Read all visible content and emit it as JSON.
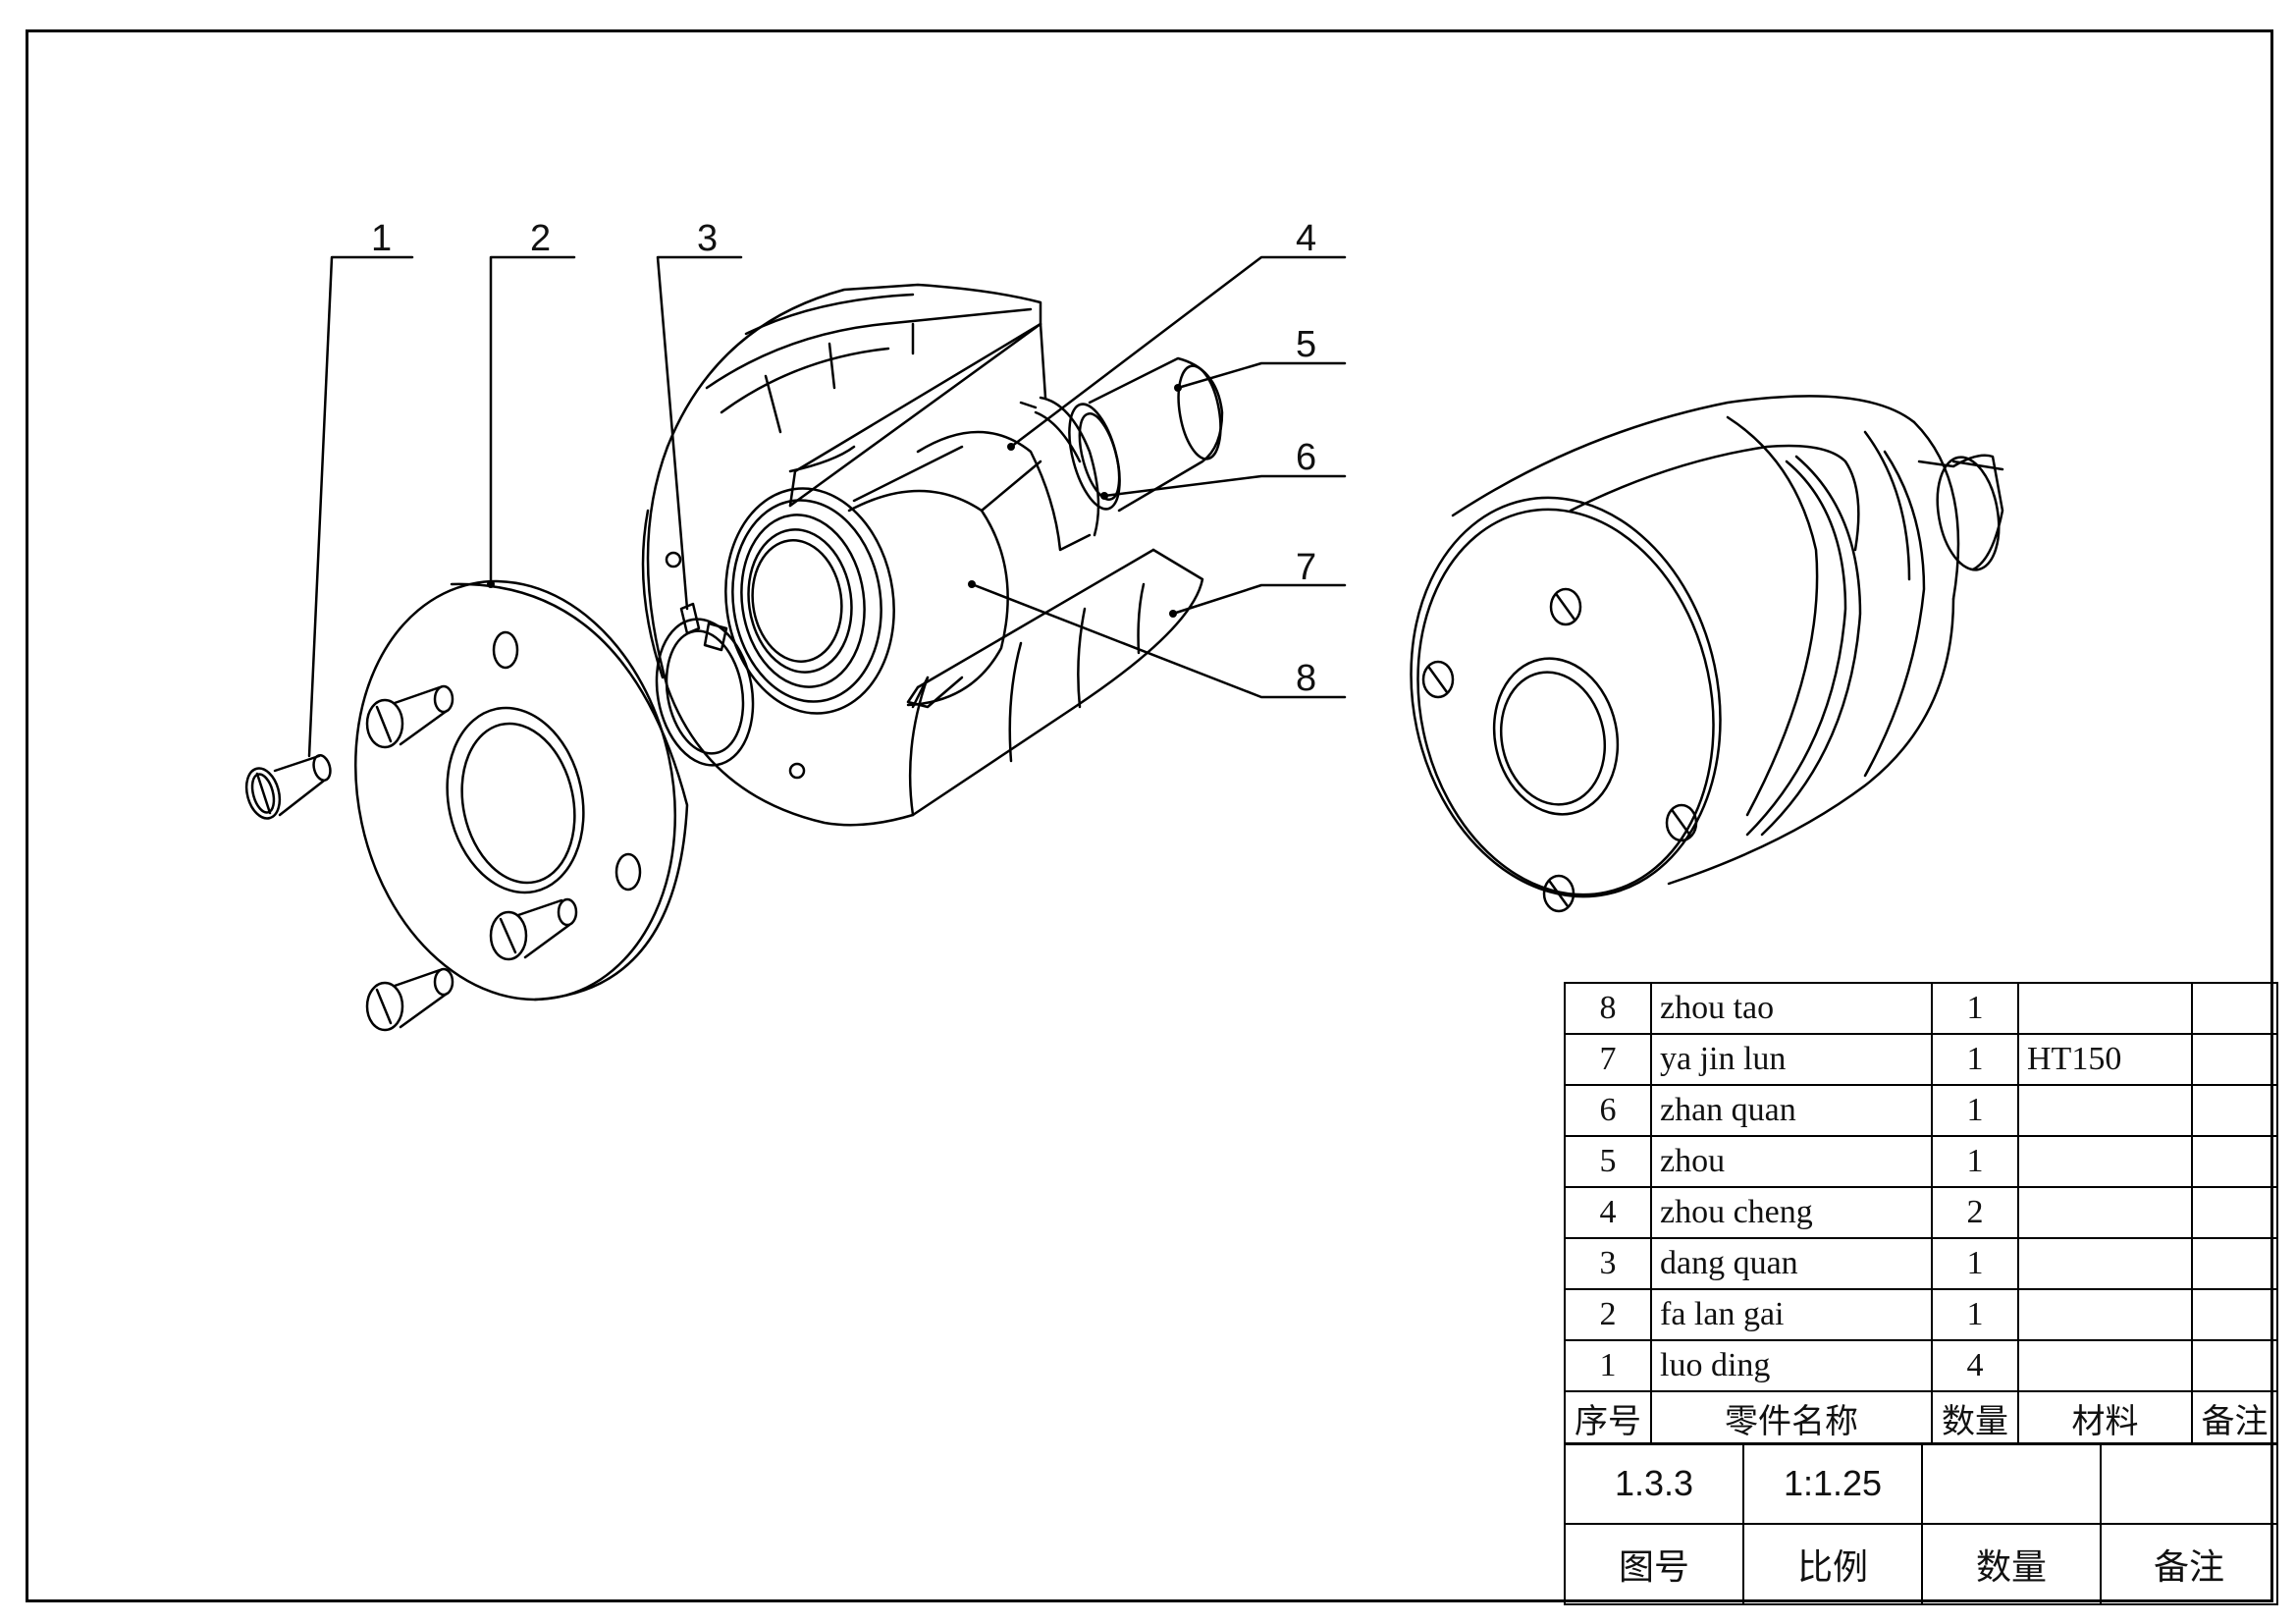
{
  "callouts": [
    "1",
    "2",
    "3",
    "4",
    "5",
    "6",
    "7",
    "8"
  ],
  "bom": {
    "rows": [
      {
        "no": "8",
        "name": "zhou tao",
        "qty": "1",
        "material": "",
        "note": ""
      },
      {
        "no": "7",
        "name": "ya jin lun",
        "qty": "1",
        "material": "HT150",
        "note": ""
      },
      {
        "no": "6",
        "name": "zhan quan",
        "qty": "1",
        "material": "",
        "note": ""
      },
      {
        "no": "5",
        "name": "zhou",
        "qty": "1",
        "material": "",
        "note": ""
      },
      {
        "no": "4",
        "name": "zhou cheng",
        "qty": "2",
        "material": "",
        "note": ""
      },
      {
        "no": "3",
        "name": "dang quan",
        "qty": "1",
        "material": "",
        "note": ""
      },
      {
        "no": "2",
        "name": "fa lan gai",
        "qty": "1",
        "material": "",
        "note": ""
      },
      {
        "no": "1",
        "name": "luo ding",
        "qty": "4",
        "material": "",
        "note": ""
      }
    ],
    "header": {
      "no": "序号",
      "name": "零件名称",
      "qty": "数量",
      "material": "材料",
      "note": "备注"
    }
  },
  "title_block": {
    "values": {
      "drawing_no": "1.3.3",
      "scale": "1:1.25",
      "quantity": "",
      "note": ""
    },
    "labels": {
      "drawing_no": "图号",
      "scale": "比例",
      "quantity": "数量",
      "note": "备注"
    }
  }
}
